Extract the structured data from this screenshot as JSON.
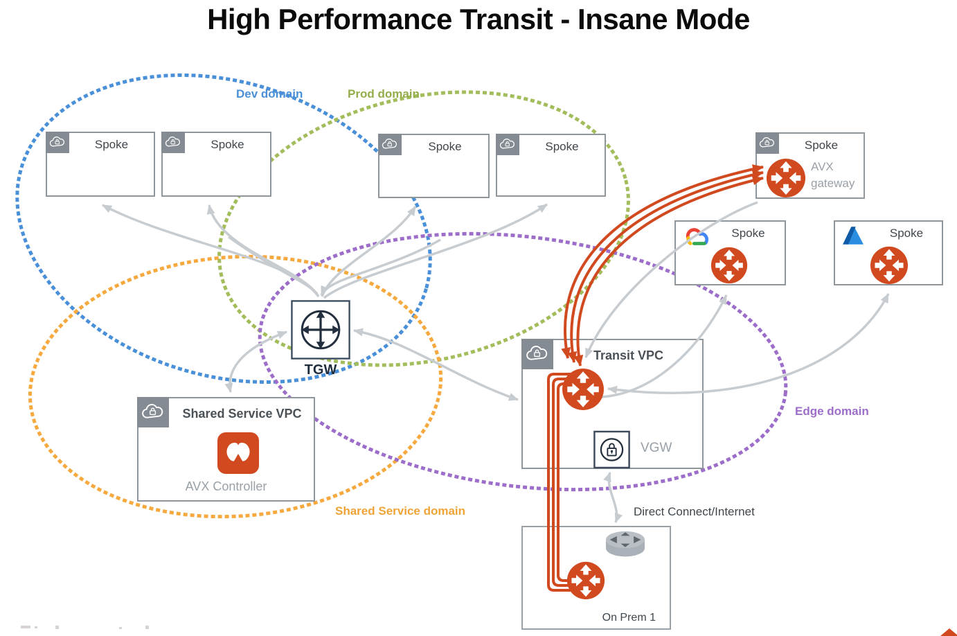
{
  "title": "High Performance Transit - Insane Mode",
  "domains": {
    "dev": {
      "label": "Dev domain",
      "color": "#4a90d9"
    },
    "prod": {
      "label": "Prod domain",
      "color": "#94ad49"
    },
    "shared": {
      "label": "Shared Service domain",
      "color": "#f0a437"
    },
    "edge": {
      "label": "Edge domain",
      "color": "#9d6ec9"
    }
  },
  "boxes": {
    "spokes": [
      {
        "label": "Spoke"
      },
      {
        "label": "Spoke"
      },
      {
        "label": "Spoke"
      },
      {
        "label": "Spoke"
      }
    ],
    "spoke_avx": {
      "label": "Spoke",
      "gateway_label": "AVX gateway"
    },
    "spoke_gcp": {
      "label": "Spoke"
    },
    "spoke_azure": {
      "label": "Spoke"
    },
    "shared_service_vpc": {
      "label": "Shared Service VPC",
      "controller_label": "AVX Controller"
    },
    "transit_vpc": {
      "label": "Transit VPC",
      "vgw_label": "VGW"
    },
    "on_prem": {
      "label": "On Prem 1"
    }
  },
  "tgw": {
    "label": "TGW"
  },
  "annotations": {
    "direct_connect": "Direct Connect/Internet"
  },
  "icons": {
    "aws-vpc-cloud": "cloud with lock",
    "gcp-cloud": "multicolor google cloud",
    "azure-logo": "blue azure A",
    "avx-gateway": "red circle with four arrows",
    "avx-controller": "red rounded square controller",
    "tgw": "circle with cross arrows",
    "vgw-lock": "padlock in circle",
    "router": "gray router cylinder"
  },
  "colors": {
    "gateway_red": "#d1491f",
    "arrow_gray": "#c7ccd1",
    "box_border": "#8f969c",
    "header_gray": "#848b92",
    "tgw_navy": "#232f3e"
  }
}
